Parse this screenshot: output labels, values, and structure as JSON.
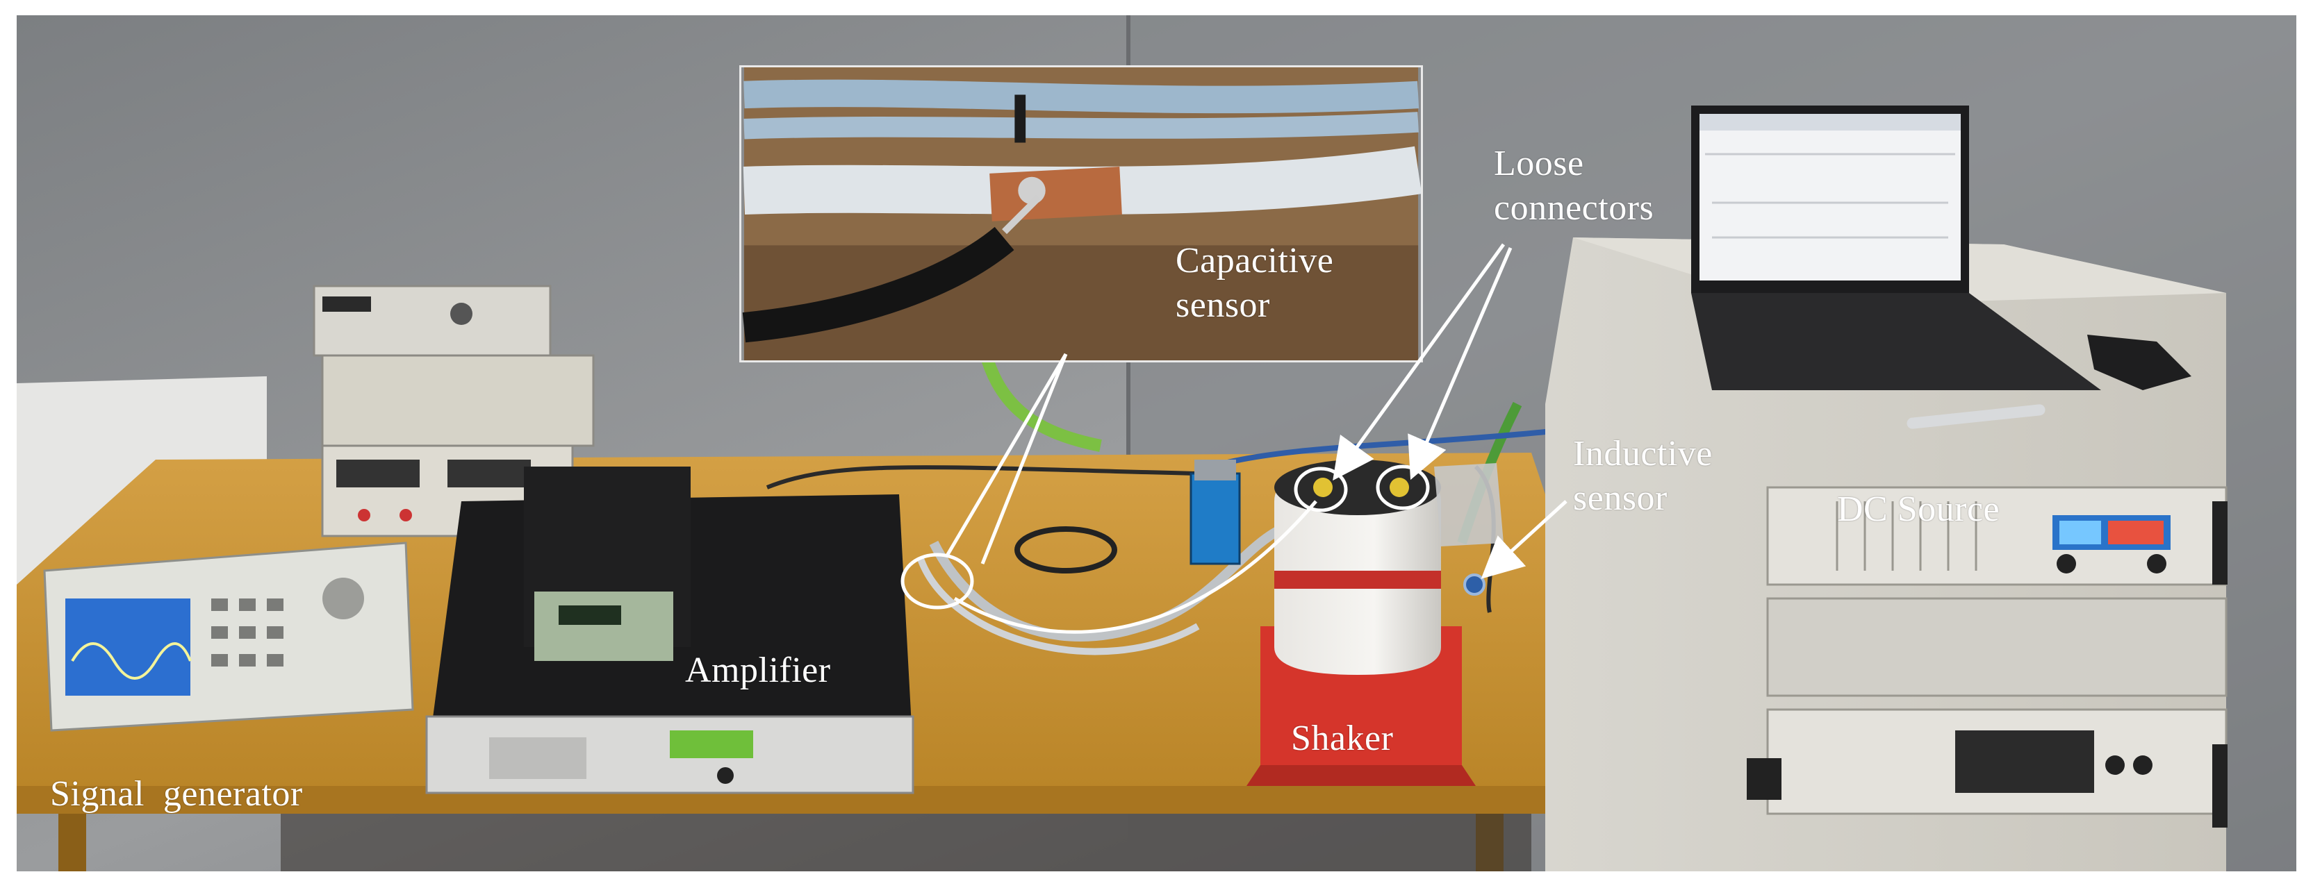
{
  "labels": {
    "capacitive_sensor": "Capacitive\nsensor",
    "loose_connectors": "Loose\nconnectors",
    "inductive_sensor": "Inductive\nsensor",
    "dc_source": "DC Source",
    "amplifier": "Amplifier",
    "shaker": "Shaker",
    "signal_generator": "Signal  generator"
  },
  "colors": {
    "label_text": "#ffffff",
    "annotation_lines": "#ffffff",
    "table": "#c8912a",
    "shaker_base": "#d5352b",
    "wall": "#8a8c8e",
    "cable_green": "#7cc043"
  }
}
